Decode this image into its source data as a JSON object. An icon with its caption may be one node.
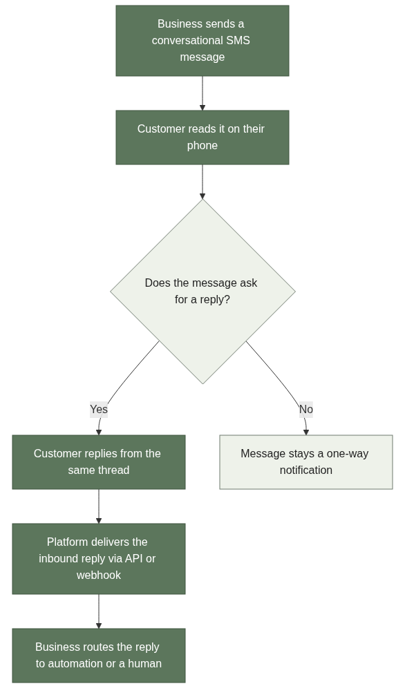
{
  "diagram": {
    "nodes": [
      {
        "text": [
          "Business sends a conversational SMS message"
        ]
      },
      {
        "text": [
          "Customer reads it on their phone"
        ]
      },
      {
        "text": [
          "Does the message ask for a reply?"
        ]
      },
      {
        "text": [
          "Customer replies from the same thread"
        ]
      },
      {
        "text": [
          "Message stays a one-way notification"
        ]
      },
      {
        "text": [
          "Platform delivers the inbound reply via API or webhook"
        ]
      },
      {
        "text": [
          "Business routes the reply to automation or a human"
        ]
      }
    ],
    "edges": [
      {
        "from": 0,
        "to": 1,
        "arrow": "to"
      },
      {
        "from": 1,
        "to": 2,
        "arrow": "to"
      },
      {
        "from": 2,
        "to": 3,
        "arrow": "to",
        "label": "Yes"
      },
      {
        "from": 2,
        "to": 4,
        "arrow": "to",
        "label": "No"
      },
      {
        "from": 3,
        "to": 5,
        "arrow": "to"
      },
      {
        "from": 5,
        "to": 6,
        "arrow": "to"
      }
    ]
  }
}
